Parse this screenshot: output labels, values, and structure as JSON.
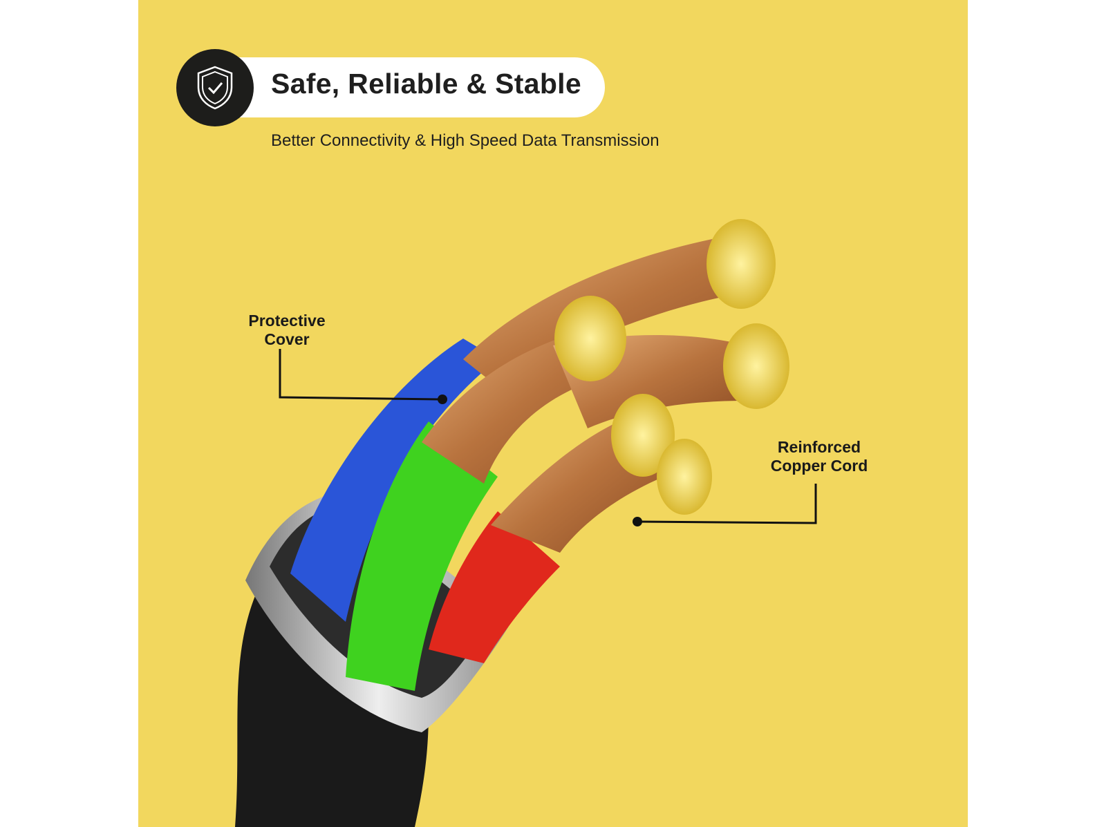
{
  "header": {
    "icon": "shield-check-icon",
    "title": "Safe, Reliable & Stable",
    "subtitle": "Better Connectivity & High Speed Data Transmission"
  },
  "callouts": {
    "protective_cover": [
      "Protective",
      "Cover"
    ],
    "copper_cord": [
      "Reinforced",
      "Copper Cord"
    ]
  },
  "colors": {
    "background": "#f2d75e",
    "badge": "#1d1d1b",
    "jacket": "#1a1a1a",
    "blue_wire": "#2a55d8",
    "green_wire": "#3fd21f",
    "red_wire": "#e0281c",
    "copper": "#c7864a"
  }
}
